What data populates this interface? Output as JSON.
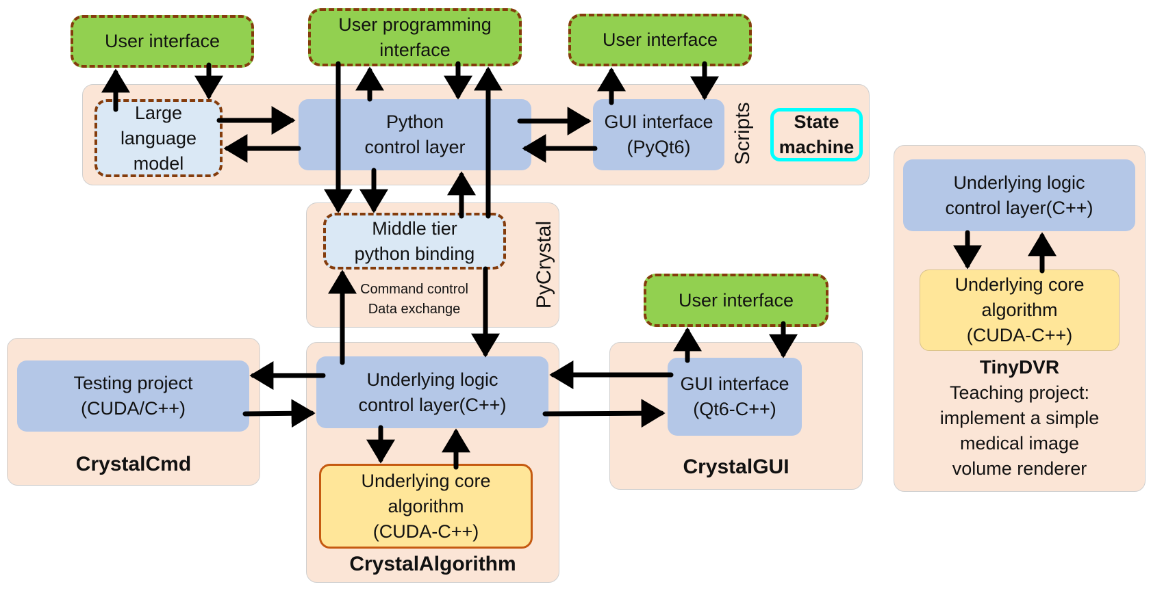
{
  "panels": {
    "scripts": {
      "label": "Scripts"
    },
    "pycrystal": {
      "label": "PyCrystal"
    },
    "crystalcmd": {
      "label": "CrystalCmd"
    },
    "crystalalgorithm": {
      "label": "CrystalAlgorithm"
    },
    "crystalgui": {
      "label": "CrystalGUI"
    },
    "tinydvr": {
      "label": "TinyDVR",
      "description_lines": [
        "Teaching project:",
        "implement a simple",
        "medical image",
        "volume renderer"
      ]
    }
  },
  "nodes": {
    "ui_llm": {
      "lines": [
        "User interface"
      ]
    },
    "user_programming_interface": {
      "lines": [
        "User programming",
        "interface"
      ]
    },
    "ui_pyqt": {
      "lines": [
        "User interface"
      ]
    },
    "llm": {
      "lines": [
        "Large",
        "language",
        "model"
      ]
    },
    "python_control": {
      "lines": [
        "Python",
        "control layer"
      ]
    },
    "gui_pyqt6": {
      "lines": [
        "GUI interface",
        "(PyQt6)"
      ]
    },
    "state_machine": {
      "lines": [
        "State",
        "machine"
      ]
    },
    "middle_tier": {
      "lines": [
        "Middle tier",
        "python binding"
      ]
    },
    "middle_tier_note": {
      "lines": [
        "Command control",
        "Data exchange"
      ]
    },
    "testing_project": {
      "lines": [
        "Testing project",
        "(CUDA/C++)"
      ]
    },
    "underlying_logic": {
      "lines": [
        "Underlying logic",
        "control layer(C++)"
      ]
    },
    "underlying_core": {
      "lines": [
        "Underlying core",
        "algorithm",
        "(CUDA-C++)"
      ]
    },
    "ui_qt6": {
      "lines": [
        "User interface"
      ]
    },
    "gui_qt6": {
      "lines": [
        "GUI interface",
        "(Qt6-C++)"
      ]
    },
    "tiny_logic": {
      "lines": [
        "Underlying logic",
        "control layer(C++)"
      ]
    },
    "tiny_core": {
      "lines": [
        "Underlying core",
        "algorithm",
        "(CUDA-C++)"
      ]
    }
  },
  "edges": [
    {
      "from": "llm",
      "to": "ui_llm"
    },
    {
      "from": "ui_llm",
      "to": "llm"
    },
    {
      "from": "llm",
      "to": "python_control"
    },
    {
      "from": "python_control",
      "to": "llm"
    },
    {
      "from": "python_control",
      "to": "user_programming_interface"
    },
    {
      "from": "user_programming_interface",
      "to": "python_control"
    },
    {
      "from": "user_programming_interface",
      "to": "middle_tier"
    },
    {
      "from": "middle_tier",
      "to": "user_programming_interface"
    },
    {
      "from": "python_control",
      "to": "middle_tier"
    },
    {
      "from": "middle_tier",
      "to": "python_control"
    },
    {
      "from": "python_control",
      "to": "gui_pyqt6"
    },
    {
      "from": "gui_pyqt6",
      "to": "python_control"
    },
    {
      "from": "gui_pyqt6",
      "to": "ui_pyqt"
    },
    {
      "from": "ui_pyqt",
      "to": "gui_pyqt6"
    },
    {
      "from": "underlying_logic",
      "to": "middle_tier"
    },
    {
      "from": "middle_tier",
      "to": "underlying_logic"
    },
    {
      "from": "underlying_logic",
      "to": "testing_project"
    },
    {
      "from": "testing_project",
      "to": "underlying_logic"
    },
    {
      "from": "underlying_logic",
      "to": "underlying_core"
    },
    {
      "from": "underlying_core",
      "to": "underlying_logic"
    },
    {
      "from": "gui_qt6",
      "to": "underlying_logic"
    },
    {
      "from": "underlying_logic",
      "to": "gui_qt6"
    },
    {
      "from": "gui_qt6",
      "to": "ui_qt6"
    },
    {
      "from": "ui_qt6",
      "to": "gui_qt6"
    },
    {
      "from": "tiny_logic",
      "to": "tiny_core"
    },
    {
      "from": "tiny_core",
      "to": "tiny_logic"
    }
  ]
}
